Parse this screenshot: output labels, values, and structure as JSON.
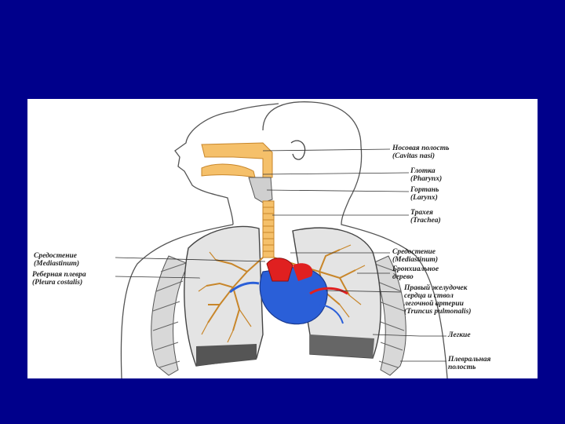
{
  "labels": {
    "nasal_cavity": [
      "Носовая полость",
      "(Cavitas nasi)"
    ],
    "pharynx": [
      "Глотка",
      "(Pharynx)"
    ],
    "larynx": [
      "Гортань",
      "(Larynx)"
    ],
    "trachea": [
      "Трахея",
      "(Trachea)"
    ],
    "mediastinum_left": [
      "Средостение",
      "(Mediastinum)"
    ],
    "costal_pleura": [
      "Реберная плевра",
      "(Pleura costalis)"
    ],
    "mediastinum_right": [
      "Средостение",
      "(Mediastinum)"
    ],
    "bronchial_tree": [
      "Бронхиальное",
      "дерево"
    ],
    "right_ventricle": [
      "Правый желудочек",
      "сердца и ствол",
      "легочной артерии",
      "(Truncus pulmonalis)"
    ],
    "lungs": [
      "Легкие"
    ],
    "pleural_cavity": [
      "Плевральная",
      "полость"
    ]
  },
  "colors": {
    "slide_background": "#00008b",
    "airway": "#f5c06a",
    "bronchi": "#c8862a",
    "heart_blue": "#2a5fd8",
    "heart_red": "#e02020"
  }
}
